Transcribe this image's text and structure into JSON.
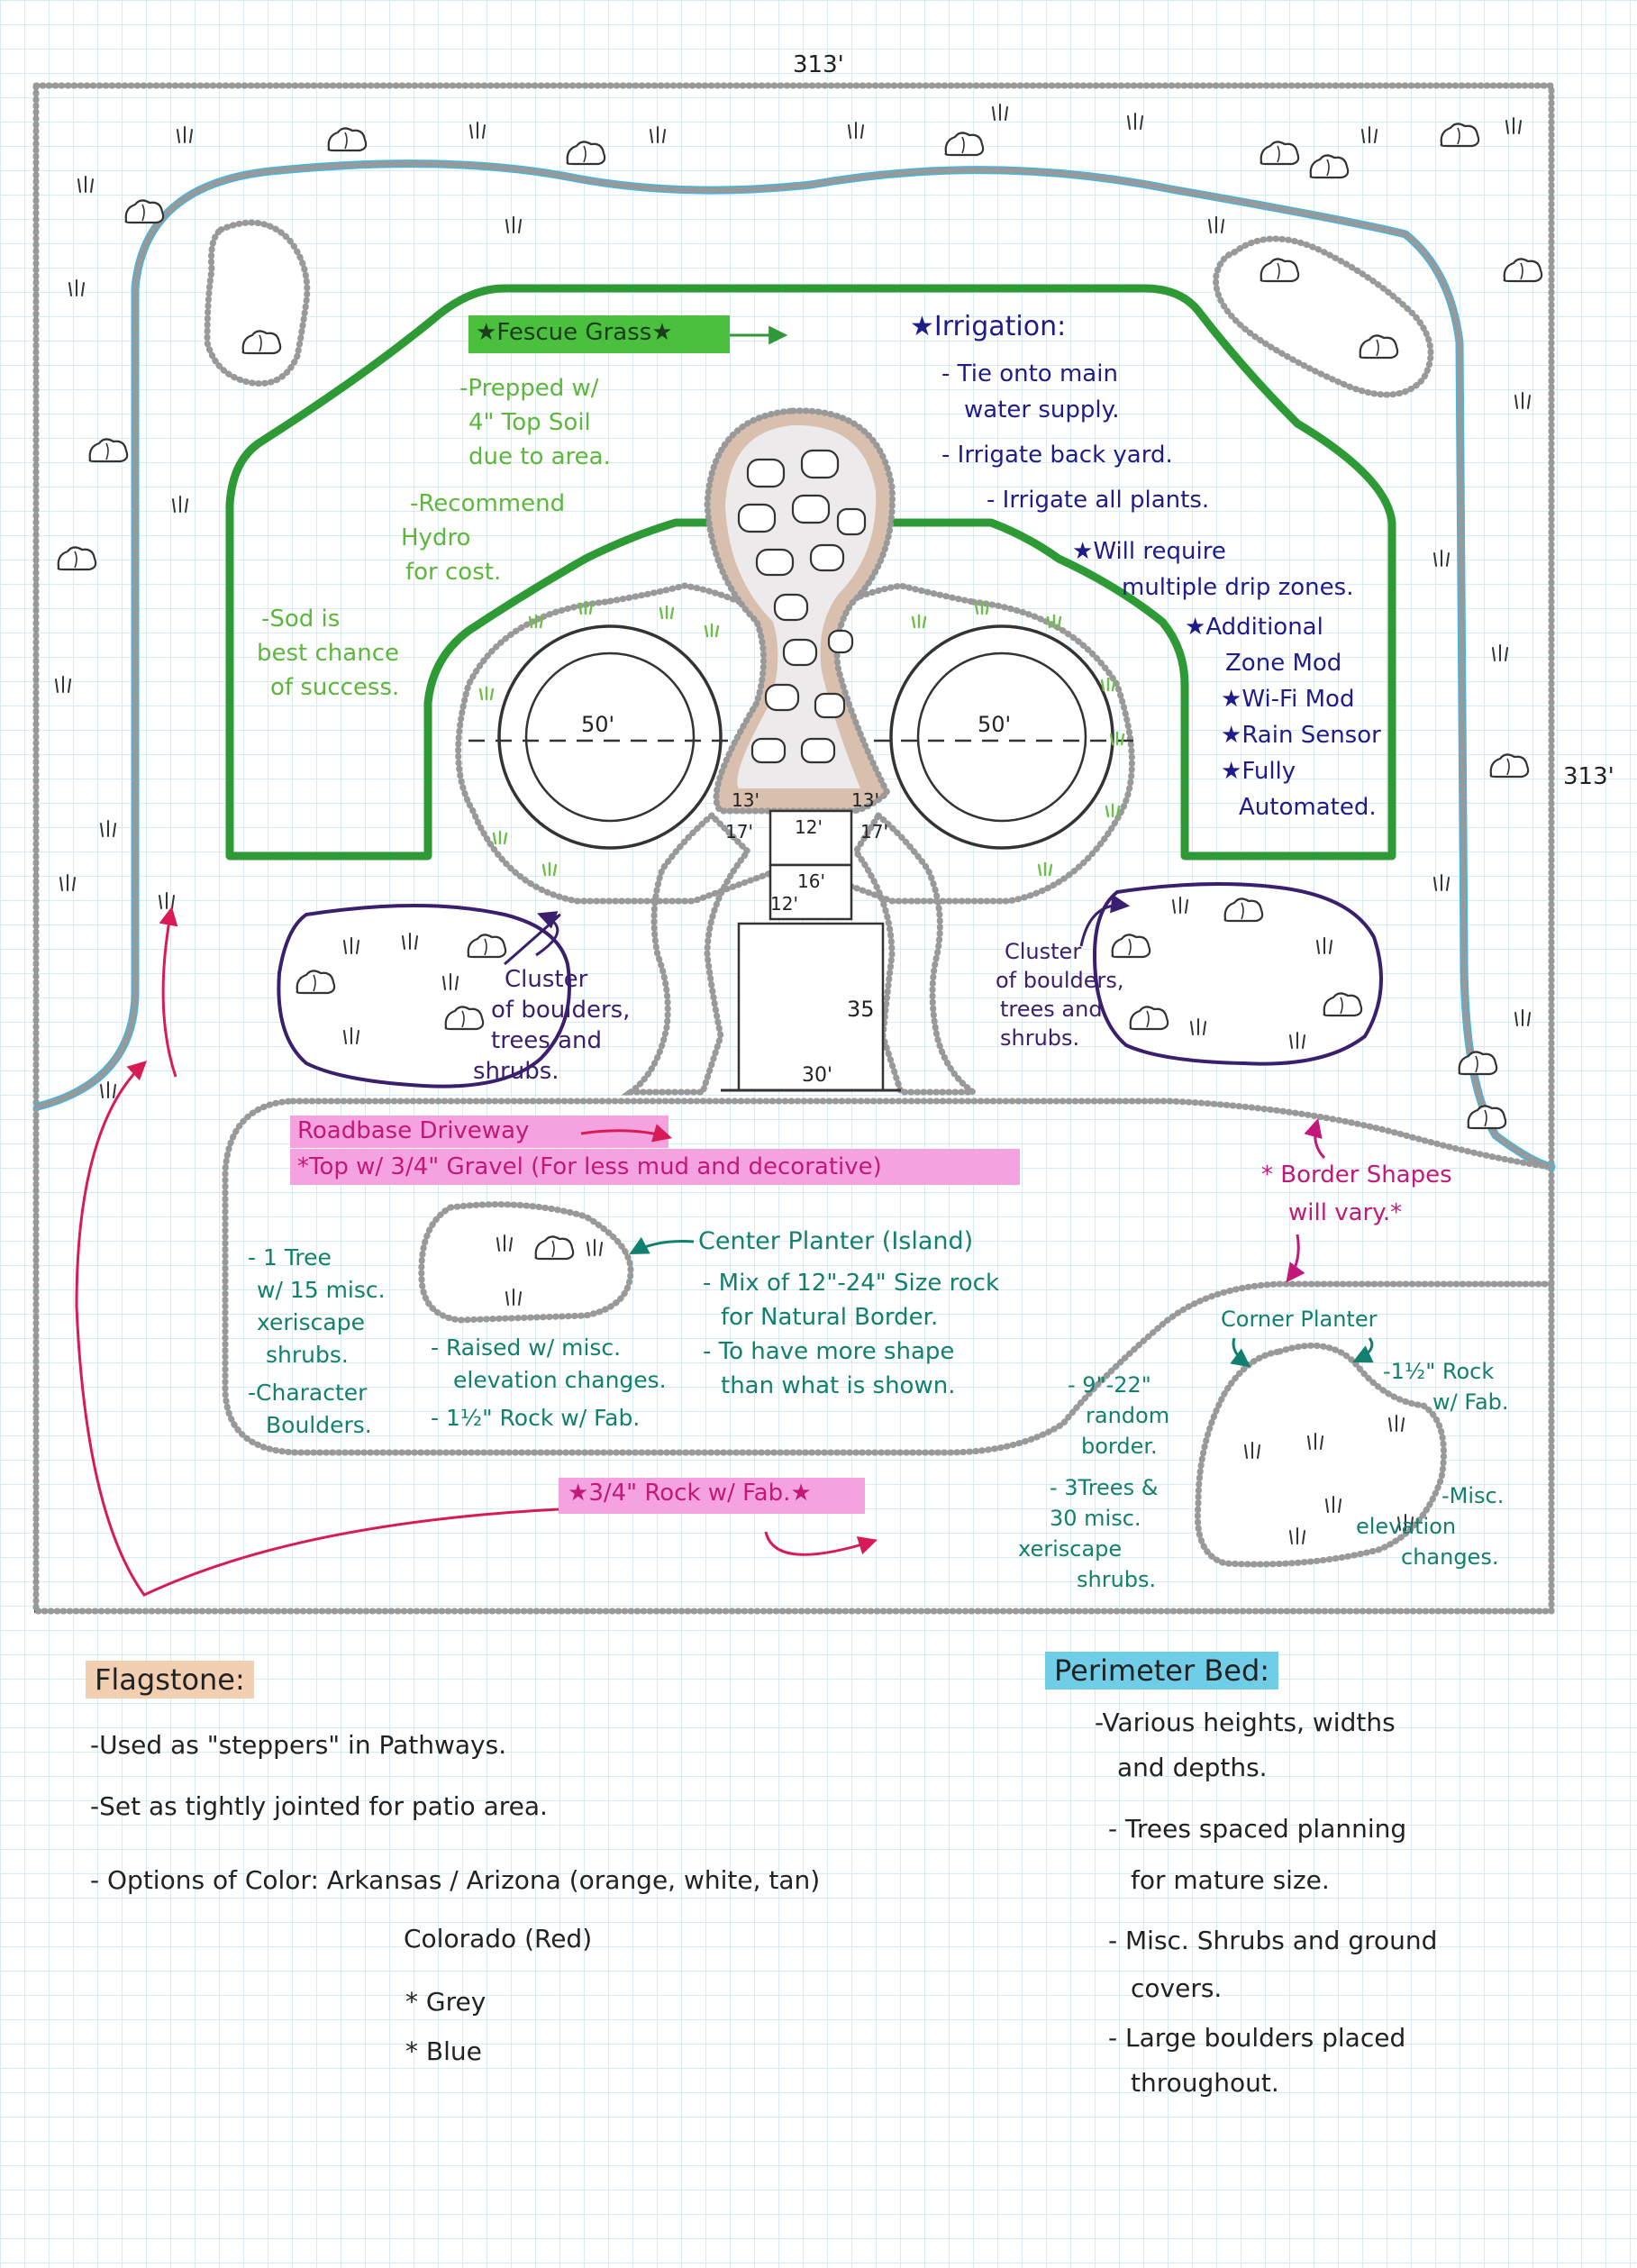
{
  "dimensions": {
    "top": "313'",
    "right": "313'"
  },
  "colors": {
    "border": "#333333",
    "perimeter_water": "#3fb7e3",
    "fescue": "#2e9a35",
    "irrigation_text": "#1f1c8a",
    "green_text": "#5cb83b",
    "teal_text": "#12806e",
    "magenta_text": "#c2187a",
    "purple_text": "#3a1f6e",
    "pink_highlight": "#f4a3e0",
    "fescue_highlight": "#4bbf3e",
    "flagstone_fill": "#d8bfae",
    "pink_arrow": "#d81b55"
  },
  "patio": {
    "circle_left": "50'",
    "circle_right": "50'",
    "dim_13_left": "13'",
    "dim_13_right": "13'",
    "dim_17_left": "17'",
    "dim_17_right": "17'",
    "dim_12_top": "12'",
    "dim_16": "16'",
    "dim_12_side": "12'",
    "dim_35": "35",
    "dim_30": "30'"
  },
  "fescue": {
    "title": "Fescue Grass",
    "notes": [
      "-Prepped w/",
      "4\" Top Soil",
      "due to area.",
      "-Recommend",
      "Hydro",
      "for cost.",
      "-Sod is",
      "best chance",
      "of success."
    ]
  },
  "irrigation": {
    "title": "Irrigation:",
    "notes": [
      "- Tie onto main",
      "water supply.",
      "- Irrigate back yard.",
      "- Irrigate all plants.",
      "Will require",
      "multiple drip zones.",
      "Additional",
      "Zone Mod",
      "Wi-Fi Mod",
      "Rain Sensor",
      "Fully",
      "Automated."
    ]
  },
  "clusters": {
    "left": [
      "Cluster",
      "of boulders,",
      "trees and",
      "shrubs."
    ],
    "right": [
      "Cluster",
      "of boulders,",
      "trees and",
      "shrubs."
    ]
  },
  "driveway": {
    "title": "Roadbase Driveway",
    "note": "*Top w/ 3/4\" Gravel (For less mud and decorative)"
  },
  "border_note": [
    "* Border Shapes",
    "will vary.*"
  ],
  "island": {
    "left_notes": [
      "- 1 Tree",
      "w/ 15 misc.",
      "xeriscape",
      "shrubs.",
      "-Character",
      "Boulders."
    ],
    "mid_notes": [
      "- Raised w/ misc.",
      "elevation changes.",
      "- 1½\" Rock w/ Fab."
    ],
    "title": "Center Planter (Island)",
    "notes": [
      "- Mix of 12\"-24\" Size rock",
      "for Natural Border.",
      "- To have more shape",
      "than what is shown."
    ]
  },
  "corner": {
    "title": "Corner Planter",
    "left_notes": [
      "- 9\"-22\"",
      "random",
      "border.",
      "- 3Trees &",
      "30 misc.",
      "xeriscape",
      "shrubs."
    ],
    "right_notes": [
      "-1½\" Rock",
      "w/ Fab.",
      "-Misc.",
      "elevation",
      "changes."
    ]
  },
  "rock_fab": "3/4\" Rock w/ Fab.",
  "flagstone": {
    "title": "Flagstone:",
    "lines": [
      "-Used as \"steppers\" in Pathways.",
      "-Set as tightly jointed for patio area.",
      "- Options of Color: Arkansas / Arizona (orange, white, tan)",
      "Colorado (Red)",
      "* Grey",
      "* Blue"
    ]
  },
  "perimeter": {
    "title": "Perimeter Bed:",
    "lines": [
      "-Various heights, widths",
      "and depths.",
      "- Trees spaced planning",
      "for mature size.",
      "- Misc. Shrubs and ground",
      "covers.",
      "- Large boulders placed",
      "throughout."
    ]
  }
}
